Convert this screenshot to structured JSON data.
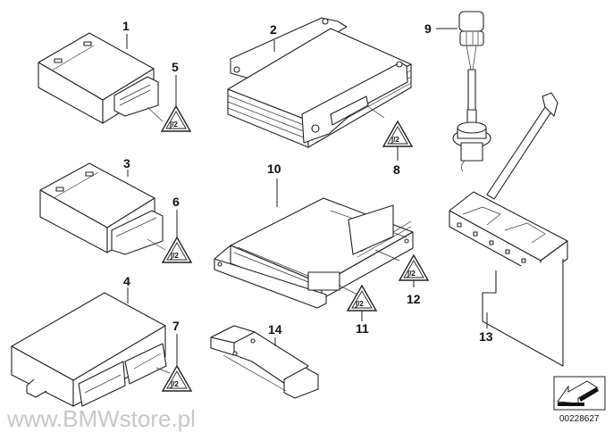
{
  "diagram": {
    "title": "BMW parts diagram - control units",
    "watermark": "www.BMWstore.pl",
    "document_number": "00228627",
    "callouts": [
      {
        "id": "1",
        "label": "1",
        "part": "control unit"
      },
      {
        "id": "2",
        "label": "2",
        "part": "control unit with heat sink"
      },
      {
        "id": "3",
        "label": "3",
        "part": "control unit"
      },
      {
        "id": "4",
        "label": "4",
        "part": "control unit"
      },
      {
        "id": "5",
        "label": "5",
        "part": "ESD warning label"
      },
      {
        "id": "6",
        "label": "6",
        "part": "ESD warning label"
      },
      {
        "id": "7",
        "label": "7",
        "part": "ESD warning label"
      },
      {
        "id": "8",
        "label": "8",
        "part": "ESD warning label"
      },
      {
        "id": "9",
        "label": "9",
        "part": "connector with cable and grommet"
      },
      {
        "id": "10",
        "label": "10",
        "part": "amplifier control unit"
      },
      {
        "id": "11",
        "label": "11",
        "part": "ESD warning label"
      },
      {
        "id": "12",
        "label": "12",
        "part": "ESD warning label"
      },
      {
        "id": "13",
        "label": "13",
        "part": "bracket"
      },
      {
        "id": "14",
        "label": "14",
        "part": "adapter module"
      }
    ],
    "warning_symbol_text": "ESD",
    "nav_arrow_icon": "back-arrow-icon"
  }
}
